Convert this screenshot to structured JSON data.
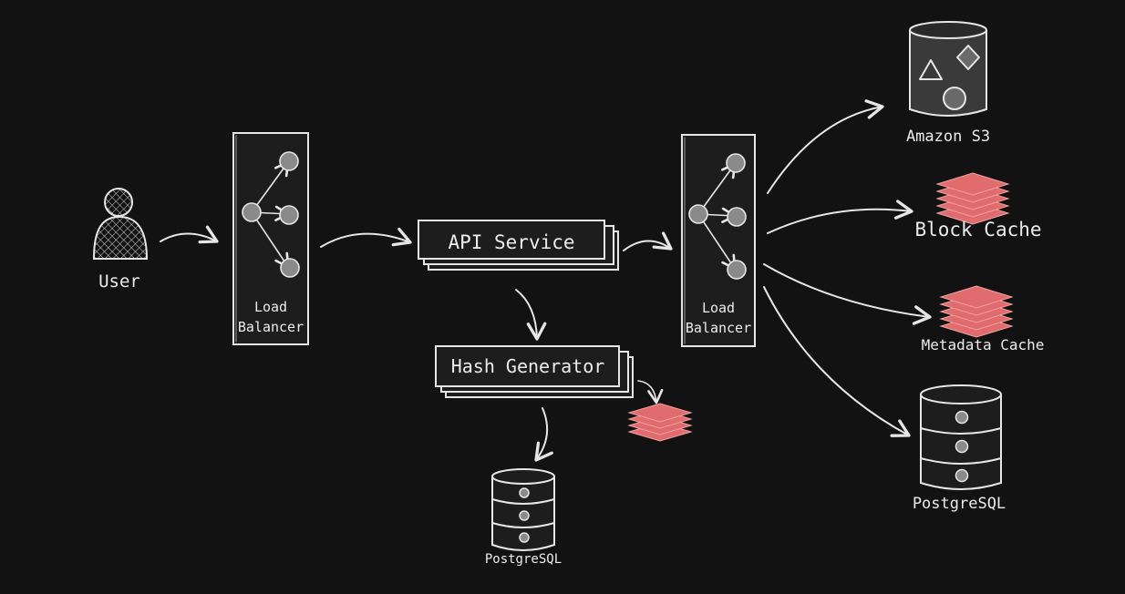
{
  "user": {
    "label": "User"
  },
  "load_balancer_1": {
    "label_line1": "Load",
    "label_line2": "Balancer"
  },
  "api_service": {
    "label": "API Service"
  },
  "hash_generator": {
    "label": "Hash Generator"
  },
  "postgres_small": {
    "label": "PostgreSQL"
  },
  "load_balancer_2": {
    "label_line1": "Load",
    "label_line2": "Balancer"
  },
  "amazon_s3": {
    "label": "Amazon S3"
  },
  "block_cache": {
    "label": "Block Cache"
  },
  "metadata_cache": {
    "label": "Metadata Cache"
  },
  "postgres_large": {
    "label": "PostgreSQL"
  },
  "colors": {
    "background": "#121212",
    "stroke": "#e6e6e6",
    "node_fill": "#8a8a8a",
    "cache_red": "#e06c6e"
  }
}
